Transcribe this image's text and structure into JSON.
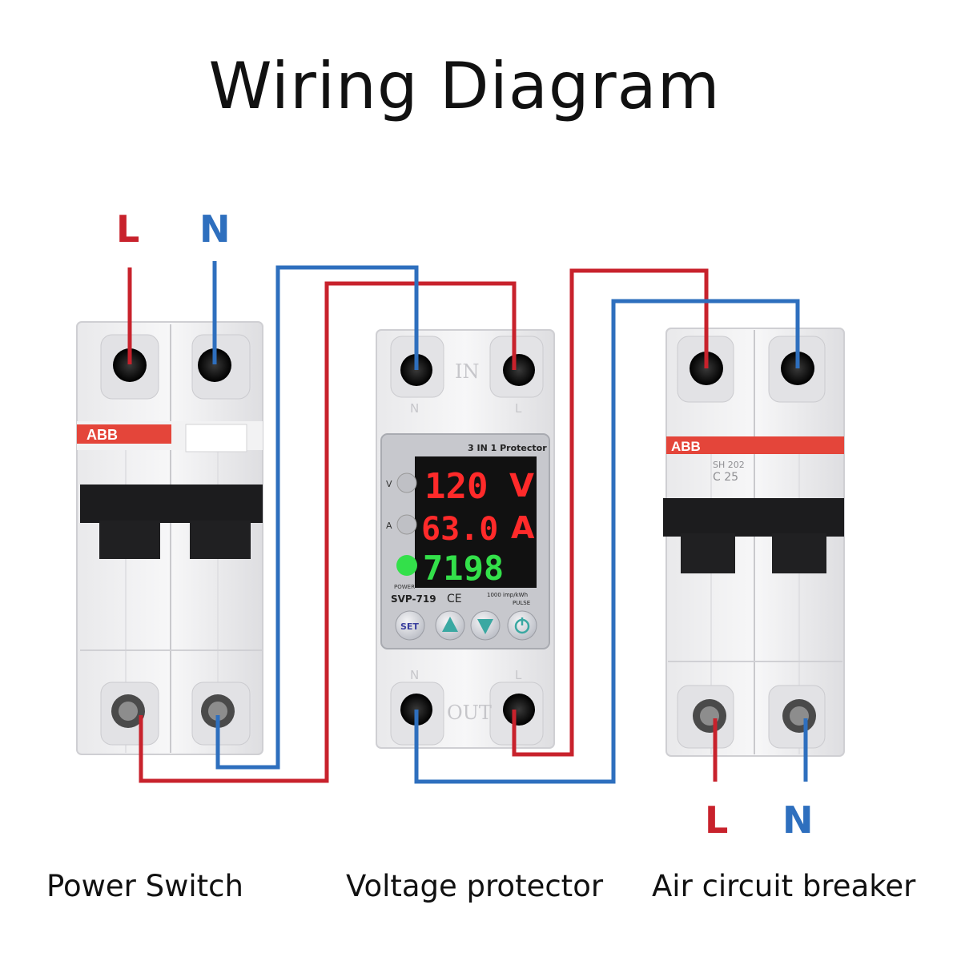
{
  "title": "Wiring Diagram",
  "colors": {
    "live": "#c8222c",
    "neutral": "#2e6fbe",
    "abb_red": "#e4453a",
    "lcd_red": "#ff2a2a",
    "lcd_green": "#33e04a"
  },
  "power_switch": {
    "caption": "Power Switch",
    "label_L": "L",
    "label_N": "N",
    "brand": "ABB"
  },
  "voltage_protector": {
    "caption": "Voltage protector",
    "in_label": "IN",
    "out_label": "OUT",
    "terminal_N": "N",
    "terminal_L": "L",
    "panel_title": "3 IN 1 Protector",
    "row_v_label": "V",
    "row_a_label": "A",
    "readout_voltage": "120",
    "readout_voltage_unit": "V",
    "readout_current": "63.0",
    "readout_current_unit": "A",
    "readout_energy": "7198",
    "power_label": "POWER",
    "model": "SVP-719",
    "ce_mark": "CE",
    "pulse_spec": "1000 imp/kWh",
    "pulse_label": "PULSE",
    "buttons": {
      "set": "SET",
      "up": "up",
      "down": "down",
      "power": "power"
    }
  },
  "air_circuit_breaker": {
    "caption": "Air circuit breaker",
    "label_L": "L",
    "label_N": "N",
    "brand": "ABB",
    "model_line1": "SH 202",
    "model_line2": "C 25"
  }
}
